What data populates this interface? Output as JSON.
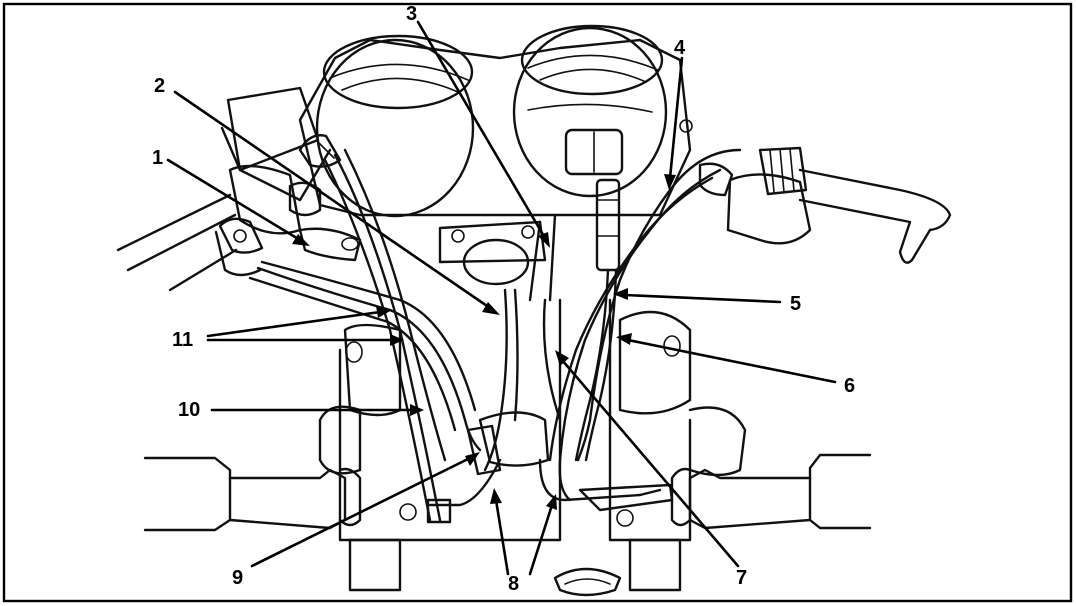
{
  "callouts": {
    "c1": "1",
    "c2": "2",
    "c3": "3",
    "c4": "4",
    "c5": "5",
    "c6": "6",
    "c7": "7",
    "c8": "8",
    "c9": "9",
    "c10": "10",
    "c11": "11"
  },
  "colors": {
    "line": "#111111",
    "background": "#ffffff"
  }
}
